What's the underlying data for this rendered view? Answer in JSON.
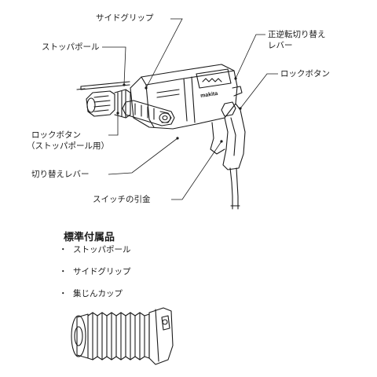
{
  "diagram": {
    "labels": {
      "side_grip": "サイドグリップ",
      "stopper_pole": "ストッパポール",
      "reverse_lever_1": "正逆転切り替え",
      "reverse_lever_2": "レバー",
      "lock_button": "ロックボタン",
      "lock_button_stopper_1": "ロックボタン",
      "lock_button_stopper_2": "（ストッパポール用）",
      "mode_lever": "切り替えレバー",
      "trigger": "スイッチの引金"
    },
    "brand": "makita"
  },
  "accessories": {
    "title": "標準付属品",
    "bullet": "・",
    "items": [
      "ストッパポール",
      "サイドグリップ",
      "集じんカップ"
    ]
  }
}
